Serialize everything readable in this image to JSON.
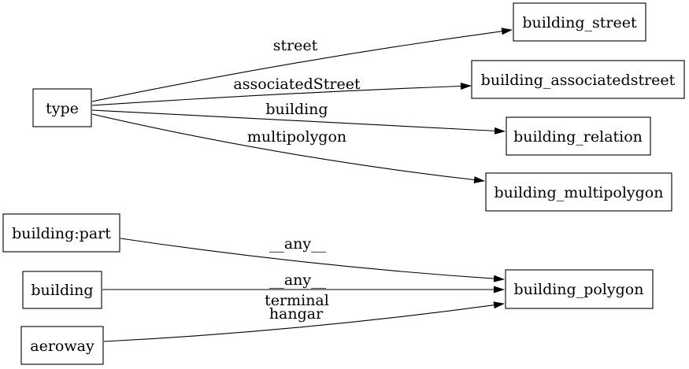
{
  "diagram": {
    "type": "directed-graph",
    "background_color": "#ffffff",
    "stroke_color": "#000000",
    "text_color": "#000000",
    "node_fill_color": "#ffffff",
    "nodes": [
      {
        "id": "type",
        "label": "type"
      },
      {
        "id": "building_street",
        "label": "building_street"
      },
      {
        "id": "building_associatedstreet",
        "label": "building_associatedstreet"
      },
      {
        "id": "building_relation",
        "label": "building_relation"
      },
      {
        "id": "building_multipolygon",
        "label": "building_multipolygon"
      },
      {
        "id": "building:part",
        "label": "building:part"
      },
      {
        "id": "building",
        "label": "building"
      },
      {
        "id": "aeroway",
        "label": "aeroway"
      },
      {
        "id": "building_polygon",
        "label": "building_polygon"
      }
    ],
    "edges": [
      {
        "from": "type",
        "to": "building_street",
        "label": "street"
      },
      {
        "from": "type",
        "to": "building_associatedstreet",
        "label": "associatedStreet"
      },
      {
        "from": "type",
        "to": "building_relation",
        "label": "building"
      },
      {
        "from": "type",
        "to": "building_multipolygon",
        "label": "multipolygon"
      },
      {
        "from": "building:part",
        "to": "building_polygon",
        "label": "__any__"
      },
      {
        "from": "building",
        "to": "building_polygon",
        "label": "__any__"
      },
      {
        "from": "aeroway",
        "to": "building_polygon",
        "label_lines": [
          "terminal",
          "hangar"
        ]
      }
    ]
  }
}
